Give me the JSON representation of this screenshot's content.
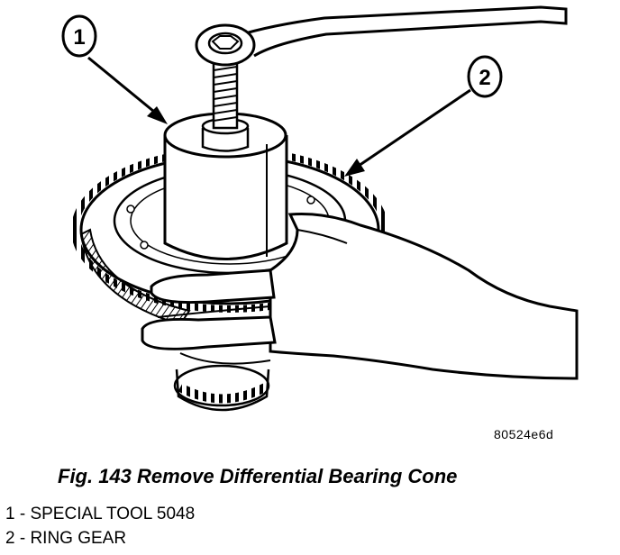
{
  "figure": {
    "callouts": [
      {
        "number": "1"
      },
      {
        "number": "2"
      }
    ],
    "reference_code": "80524e6d"
  },
  "caption": "Fig. 143 Remove Differential Bearing Cone",
  "legend": [
    {
      "text": "1 - SPECIAL TOOL 5048"
    },
    {
      "text": "2 - RING GEAR"
    }
  ]
}
